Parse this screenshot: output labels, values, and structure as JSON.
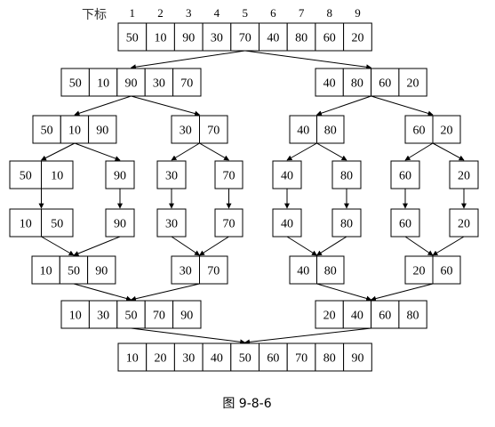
{
  "index_label": "下标",
  "indices": [
    "1",
    "2",
    "3",
    "4",
    "5",
    "6",
    "7",
    "8",
    "9"
  ],
  "caption": "图 9-8-6",
  "colors": {
    "stroke": "#000000",
    "fill": "#ffffff"
  },
  "groups": [
    {
      "id": "r0",
      "values": [
        "50",
        "10",
        "90",
        "30",
        "70",
        "40",
        "80",
        "60",
        "20"
      ]
    },
    {
      "id": "r1a",
      "values": [
        "50",
        "10",
        "90",
        "30",
        "70"
      ]
    },
    {
      "id": "r1b",
      "values": [
        "40",
        "80",
        "60",
        "20"
      ]
    },
    {
      "id": "r2a",
      "values": [
        "50",
        "10",
        "90"
      ]
    },
    {
      "id": "r2b",
      "values": [
        "30",
        "70"
      ]
    },
    {
      "id": "r2c",
      "values": [
        "40",
        "80"
      ]
    },
    {
      "id": "r2d",
      "values": [
        "60",
        "20"
      ]
    },
    {
      "id": "r3a",
      "values": [
        "50",
        "10"
      ]
    },
    {
      "id": "r3b",
      "values": [
        "90"
      ]
    },
    {
      "id": "r3c",
      "values": [
        "30"
      ]
    },
    {
      "id": "r3d",
      "values": [
        "70"
      ]
    },
    {
      "id": "r3e",
      "values": [
        "40"
      ]
    },
    {
      "id": "r3f",
      "values": [
        "80"
      ]
    },
    {
      "id": "r3g",
      "values": [
        "60"
      ]
    },
    {
      "id": "r3h",
      "values": [
        "20"
      ]
    },
    {
      "id": "r4a",
      "values": [
        "10",
        "50"
      ]
    },
    {
      "id": "r4b",
      "values": [
        "90"
      ]
    },
    {
      "id": "r4c",
      "values": [
        "30"
      ]
    },
    {
      "id": "r4d",
      "values": [
        "70"
      ]
    },
    {
      "id": "r4e",
      "values": [
        "40"
      ]
    },
    {
      "id": "r4f",
      "values": [
        "80"
      ]
    },
    {
      "id": "r4g",
      "values": [
        "60"
      ]
    },
    {
      "id": "r4h",
      "values": [
        "20"
      ]
    },
    {
      "id": "r5a",
      "values": [
        "10",
        "50",
        "90"
      ]
    },
    {
      "id": "r5b",
      "values": [
        "30",
        "70"
      ]
    },
    {
      "id": "r5c",
      "values": [
        "40",
        "80"
      ]
    },
    {
      "id": "r5d",
      "values": [
        "20",
        "60"
      ]
    },
    {
      "id": "r6a",
      "values": [
        "10",
        "30",
        "50",
        "70",
        "90"
      ]
    },
    {
      "id": "r6b",
      "values": [
        "20",
        "40",
        "60",
        "80"
      ]
    },
    {
      "id": "r7",
      "values": [
        "10",
        "20",
        "30",
        "40",
        "50",
        "60",
        "70",
        "80",
        "90"
      ]
    }
  ],
  "edges": [
    [
      "r0",
      "r1a"
    ],
    [
      "r0",
      "r1b"
    ],
    [
      "r1a",
      "r2a"
    ],
    [
      "r1a",
      "r2b"
    ],
    [
      "r1b",
      "r2c"
    ],
    [
      "r1b",
      "r2d"
    ],
    [
      "r2a",
      "r3a"
    ],
    [
      "r2a",
      "r3b"
    ],
    [
      "r2b",
      "r3c"
    ],
    [
      "r2b",
      "r3d"
    ],
    [
      "r2c",
      "r3e"
    ],
    [
      "r2c",
      "r3f"
    ],
    [
      "r2d",
      "r3g"
    ],
    [
      "r2d",
      "r3h"
    ],
    [
      "r3a",
      "r4a"
    ],
    [
      "r3b",
      "r4b"
    ],
    [
      "r3c",
      "r4c"
    ],
    [
      "r3d",
      "r4d"
    ],
    [
      "r3e",
      "r4e"
    ],
    [
      "r3f",
      "r4f"
    ],
    [
      "r3g",
      "r4g"
    ],
    [
      "r3h",
      "r4h"
    ],
    [
      "r4a",
      "r5a"
    ],
    [
      "r4b",
      "r5a"
    ],
    [
      "r4c",
      "r5b"
    ],
    [
      "r4d",
      "r5b"
    ],
    [
      "r4e",
      "r5c"
    ],
    [
      "r4f",
      "r5c"
    ],
    [
      "r4g",
      "r5d"
    ],
    [
      "r4h",
      "r5d"
    ],
    [
      "r5a",
      "r6a"
    ],
    [
      "r5b",
      "r6a"
    ],
    [
      "r5c",
      "r6b"
    ],
    [
      "r5d",
      "r6b"
    ],
    [
      "r6a",
      "r7"
    ],
    [
      "r6b",
      "r7"
    ]
  ]
}
